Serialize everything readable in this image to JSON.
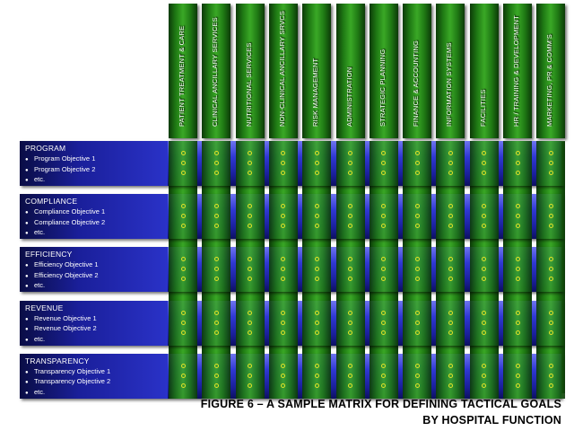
{
  "columns": [
    "PATIENT TREATMENT & CARE",
    "CLINICAL ANCILLARY SERVICES",
    "NUTRITIONAL SERVICES",
    "NON-CLINICAL ANCILLARY SRVCS",
    "RISK MANAGEMENT",
    "ADMINISTRATION",
    "STRATEGIC PLANNING",
    "FINANCE & ACCOUNTING",
    "INFORMATION SYSTEMS",
    "FACILITIES",
    "HR / TRAINING & DEVELOPMENT",
    "MARKETING, PR & COMM'S"
  ],
  "rows": [
    {
      "title": "PROGRAM",
      "items": [
        "Program Objective 1",
        "Program Objective 2",
        "etc."
      ]
    },
    {
      "title": "COMPLIANCE",
      "items": [
        "Compliance Objective 1",
        "Compliance Objective 2",
        "etc."
      ]
    },
    {
      "title": "EFFICIENCY",
      "items": [
        "Efficiency Objective 1",
        "Efficiency Objective 2",
        "etc."
      ]
    },
    {
      "title": "REVENUE",
      "items": [
        "Revenue Objective 1",
        "Revenue Objective 2",
        "etc."
      ]
    },
    {
      "title": "TRANSPARENCY",
      "items": [
        "Transparency Objective 1",
        "Transparency Objective 2",
        "etc."
      ]
    }
  ],
  "bullet_glyph": "●",
  "caption": {
    "line1": "FIGURE 6 – A SAMPLE MATRIX FOR DEFINING TACTICAL GOALS",
    "line2": "BY HOSPITAL FUNCTION"
  },
  "colors": {
    "green_column": "#1f7a14",
    "blue_row": "#1a1f9a",
    "marker": "#e2e227"
  }
}
